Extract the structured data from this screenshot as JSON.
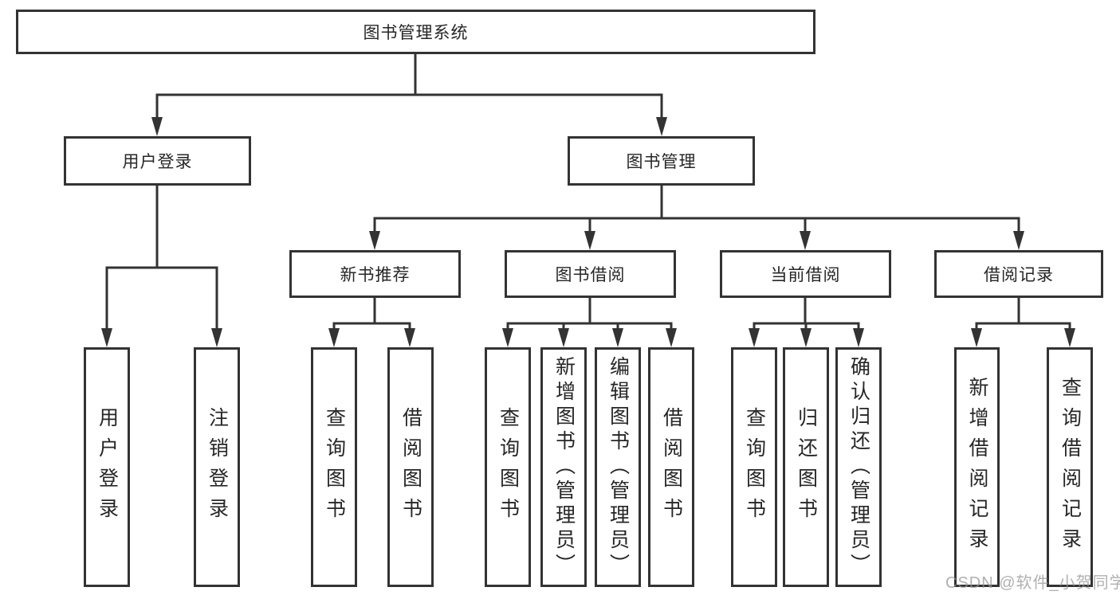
{
  "tree": {
    "root": "图书管理系统",
    "l2": [
      "用户登录",
      "图书管理"
    ],
    "l3": [
      "新书推荐",
      "图书借阅",
      "当前借阅",
      "借阅记录"
    ],
    "leaves_user": [
      "用户登录",
      "注销登录"
    ],
    "leaves_recommend": [
      "查询图书",
      "借阅图书"
    ],
    "leaves_borrow": [
      "查询图书",
      "新增图书（管理员）",
      "编辑图书（管理员）",
      "借阅图书"
    ],
    "leaves_current": [
      "查询图书",
      "归还图书",
      "确认归还（管理员）"
    ],
    "leaves_record": [
      "新增借阅记录",
      "查询借阅记录"
    ]
  },
  "colors": {
    "line": "#333333",
    "box_border": "#333333",
    "text": "#262626",
    "background": "#ffffff",
    "watermark": "#a9a9a9"
  },
  "watermark": {
    "text": "CSDN @软件_小贺同学"
  }
}
